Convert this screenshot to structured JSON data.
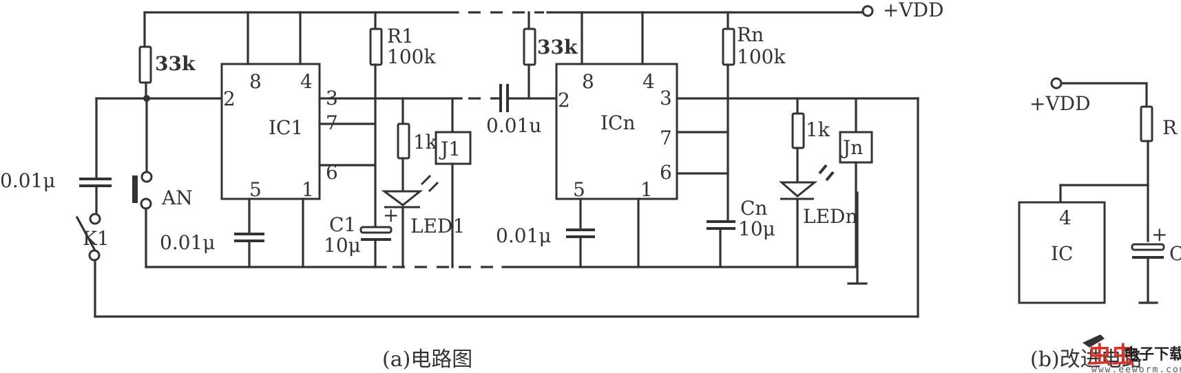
{
  "figure": {
    "caption_a": "(a)电路图",
    "caption_b": "(b)改进电路"
  },
  "circuit_a": {
    "supply_label": "+VDD",
    "ic1": {
      "name": "IC1",
      "pins": {
        "p8": "8",
        "p4": "4",
        "p2": "2",
        "p3": "3",
        "p7": "7",
        "p6": "6",
        "p5": "5",
        "p1": "1"
      }
    },
    "icn": {
      "name": "ICn",
      "pins": {
        "p8": "8",
        "p4": "4",
        "p2": "2",
        "p3": "3",
        "p7": "7",
        "p6": "6",
        "p5": "5",
        "p1": "1"
      }
    },
    "r_trigger1": "33k",
    "r_trigger_n": "33k",
    "r1_name": "R1",
    "r1_value": "100k",
    "rn_name": "Rn",
    "rn_value": "100k",
    "c_input": "0.01μ",
    "c5_1": "0.01μ",
    "c5_n": "0.01μ",
    "c_coupling": "0.01u",
    "c1_name": "C1",
    "c1_value": "10μ",
    "cn_name": "Cn",
    "cn_value": "10μ",
    "led_r1": "1k",
    "led_rn": "1k",
    "led1": "LED1",
    "ledn": "LEDn",
    "relay1": "J1",
    "relayn": "Jn",
    "button": "AN",
    "switch": "K1"
  },
  "circuit_b": {
    "supply_label": "+VDD",
    "ic_name": "IC",
    "ic_pin": "4",
    "resistor": "R",
    "capacitor": "C"
  },
  "watermark": {
    "logo_text": "虫虫",
    "site_text": "电子下载站",
    "url": "www.eeworm.com"
  }
}
